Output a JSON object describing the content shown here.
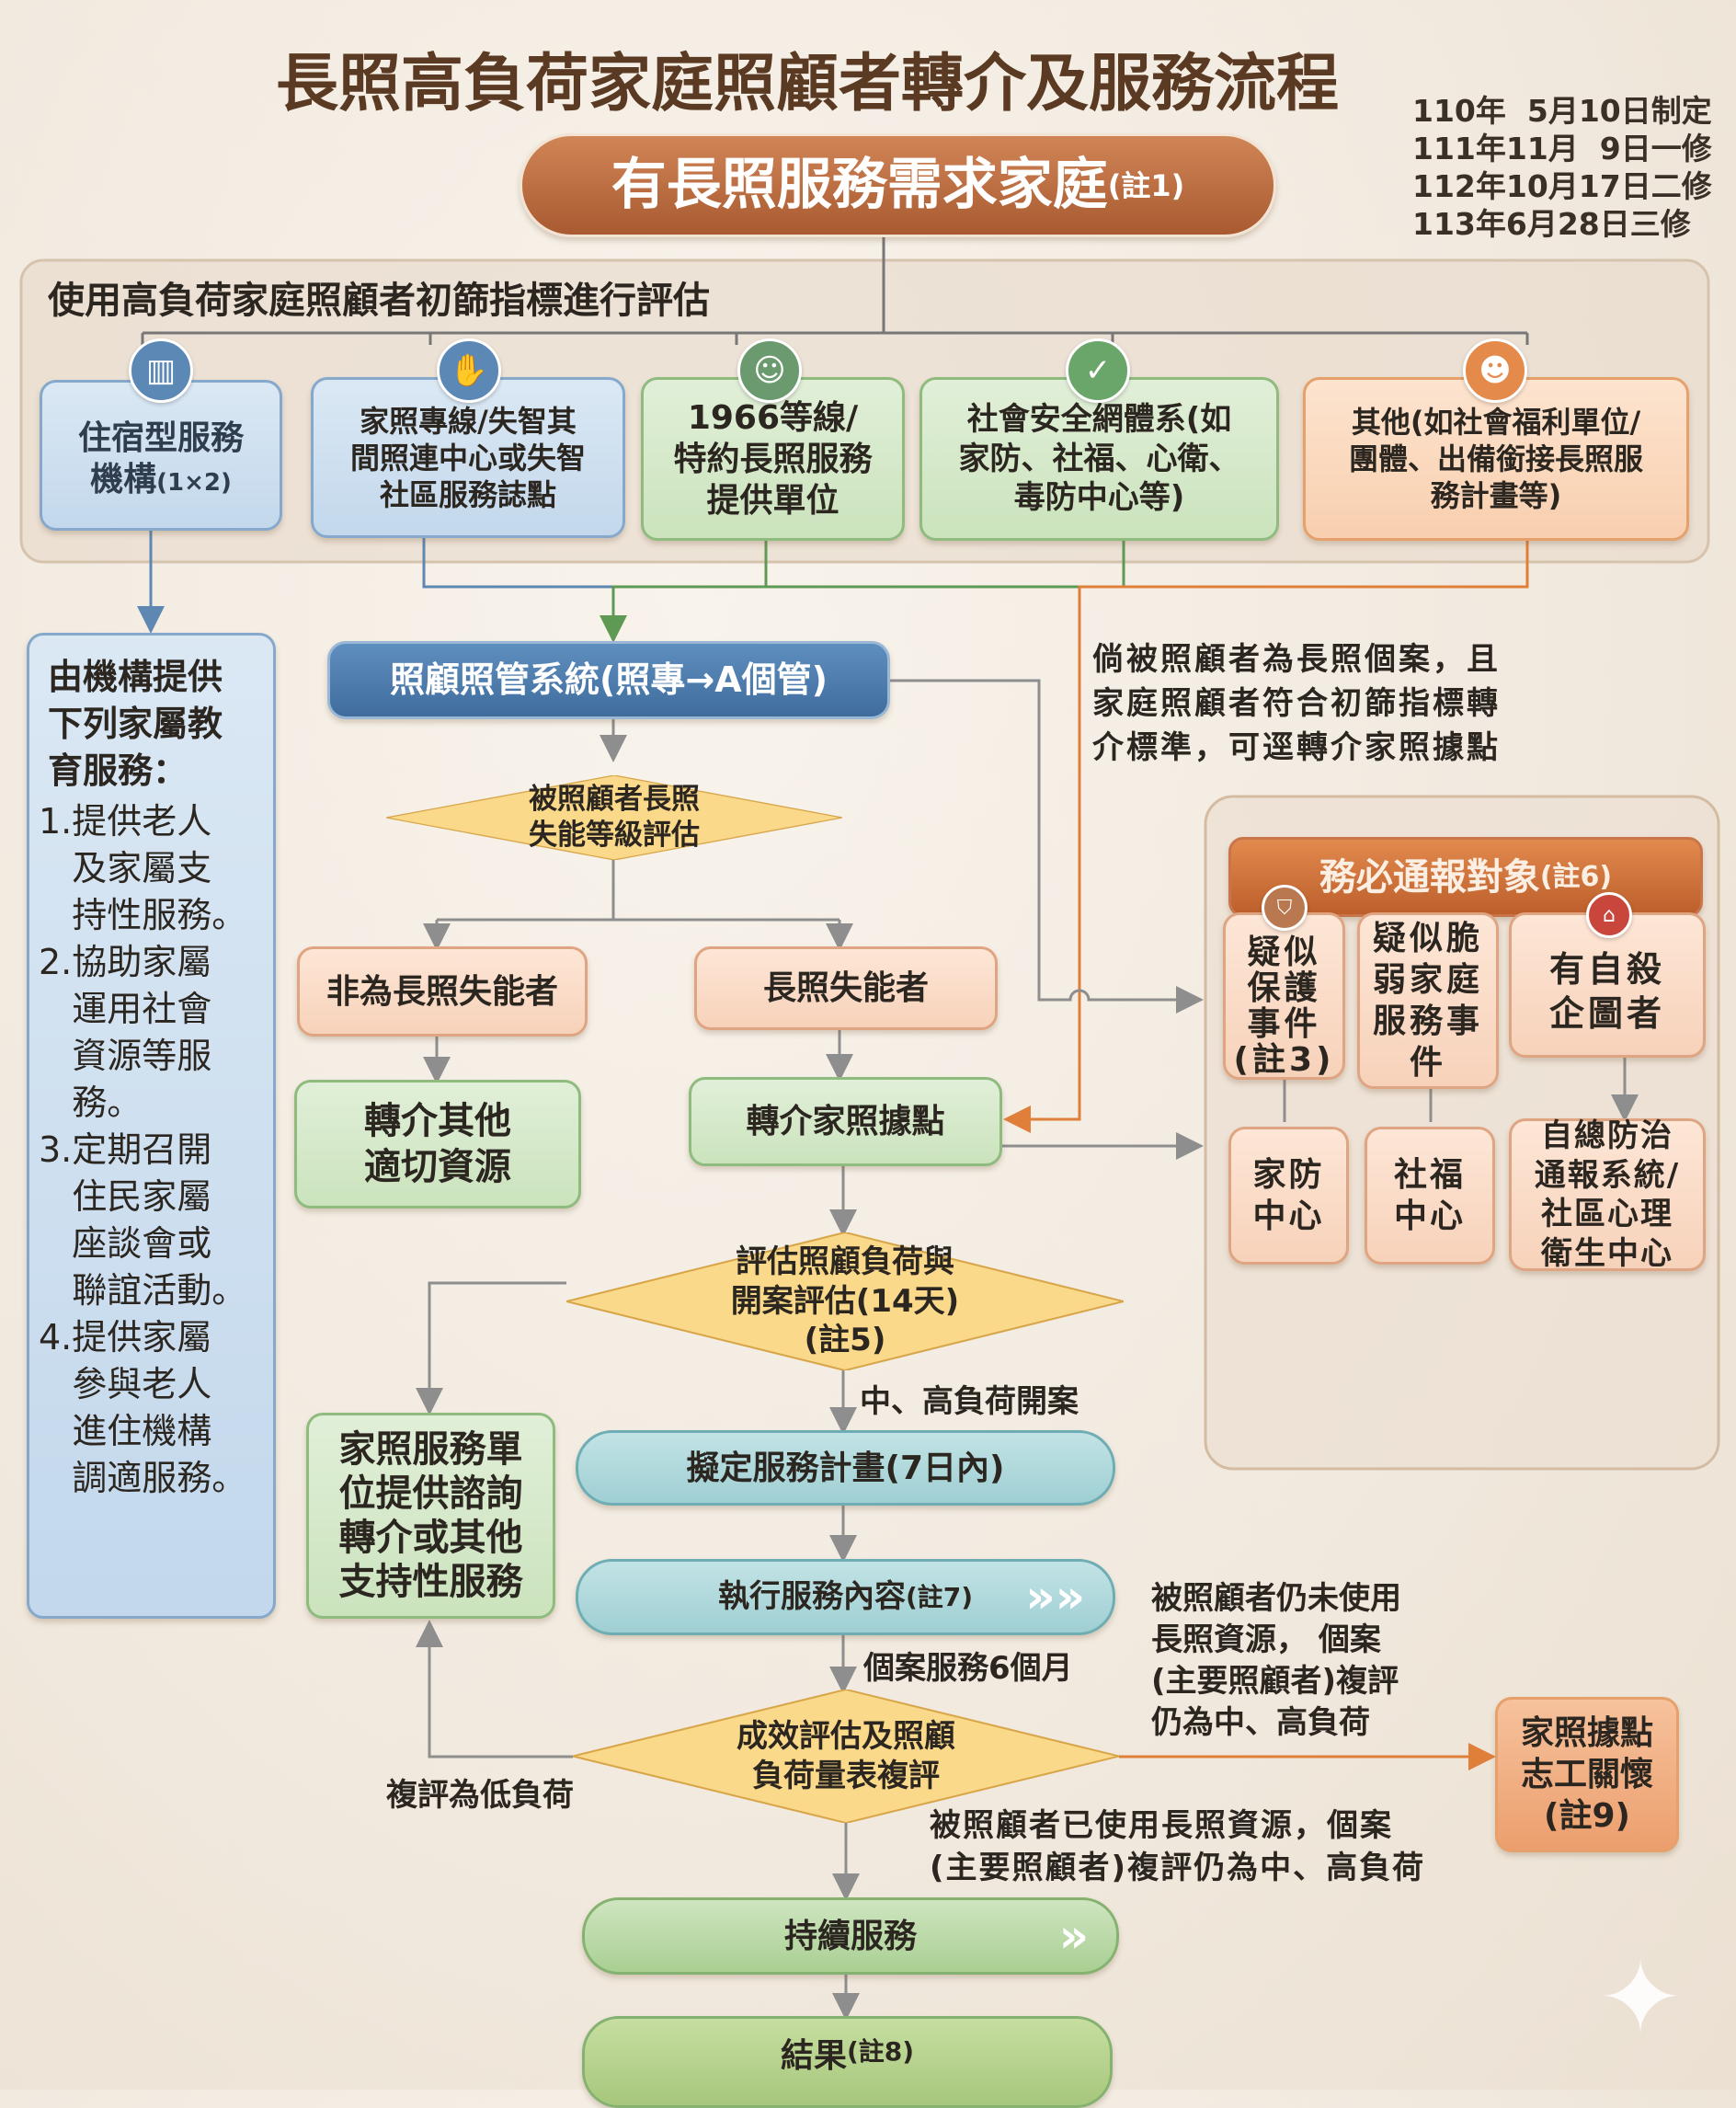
{
  "title": "長照高負荷家庭照顧者轉介及服務流程",
  "revisions": [
    "110年  5月10日制定",
    "111年11月  9日一修",
    "112年10月17日二修",
    "113年6月28日三修"
  ],
  "start": {
    "label": "有長照服務需求家庭",
    "note": "(註1)"
  },
  "screening": {
    "title": "使用高負荷家庭照顧者初篩指標進行評估",
    "sources": [
      {
        "label": "住宿型服務\n機構",
        "note": "(1×2)",
        "icon": "building-icon"
      },
      {
        "label": "家照專線/失智其\n間照連中心或失智\n社區服務誌點",
        "icon": "caring-hands-icon"
      },
      {
        "label": "1966等線/\n特約長照服務\n提供單位",
        "icon": "group-icon"
      },
      {
        "label": "社會安全網體系(如\n家防、社福、心衛、\n毒防中心等)",
        "icon": "shield-check-icon"
      },
      {
        "label": "其他(如社會福利單位/\n團體、出備銜接長照服\n務計畫等)",
        "icon": "people-icon"
      }
    ]
  },
  "family_education": {
    "title": "由機構提供\n下列家屬教\n育服務：",
    "items": [
      "1.提供老人\n   及家屬支\n   持性服務。",
      "2.協助家屬\n   運用社會\n   資源等服\n   務。",
      "3.定期召開\n   住民家屬\n   座談會或\n   聯誼活動。",
      "4.提供家屬\n   參與老人\n   進住機構\n   調適服務。"
    ]
  },
  "care_system": "照顧照管系統(照專→A個管)",
  "direct_referral_note": "倘被照顧者為長照個案，且\n家庭照顧者符合初篩指標轉\n介標準，可逕轉介家照據點",
  "disability_assessment": "被照顧者長照\n失能等級評估",
  "not_disabled": "非為長照失能者",
  "disabled": "長照失能者",
  "refer_other": "轉介其他\n適切資源",
  "refer_center": "轉介家照據點",
  "load_assessment": "評估照顧負荷與\n開案評估(14天)\n(註5)",
  "open_case_label": "中、高負荷開案",
  "support_services": "家照服務單\n位提供諮詢\n轉介或其他\n支持性服務",
  "service_plan": "擬定服務計畫(7日內)",
  "execute_services": {
    "label": "執行服務內容",
    "note": "(註7)"
  },
  "six_months_label": "個案服務6個月",
  "unused_note": "被照顧者仍未使用\n長照資源， 個案\n(主要照顧者)複評\n仍為中、高負荷",
  "outcome_review": "成效評估及照顧\n負荷量表複評",
  "low_load_label": "複評為低負荷",
  "volunteer_care": "家照據點\n志工關懷\n(註9)",
  "used_note": "被照顧者已使用長照資源，個案\n(主要照顧者)複評仍為中、高負荷",
  "continue_service": "持續服務",
  "result": {
    "label": "結果",
    "note": "(註8)"
  },
  "mandatory_report": {
    "title": "務必通報對象",
    "note": "(註6)",
    "cases": [
      {
        "label": "疑似\n保護\n事件\n(註3)",
        "target": "家防\n中心",
        "icon": "shield-badge-icon"
      },
      {
        "label": "疑似脆\n弱家庭\n服務事\n件",
        "target": "社福\n中心"
      },
      {
        "label": "有自殺\n企圖者",
        "target": "自總防治\n通報系統/\n社區心理\n衛生中心",
        "icon": "alert-icon"
      }
    ]
  },
  "colors": {
    "title": "#5a3a22",
    "brown_pill": "#b4633a",
    "care_system": "#4a78a8",
    "diamond": "#fbd98a",
    "orange_line": "#e07f3a",
    "gray_line": "#8e8e8e"
  }
}
